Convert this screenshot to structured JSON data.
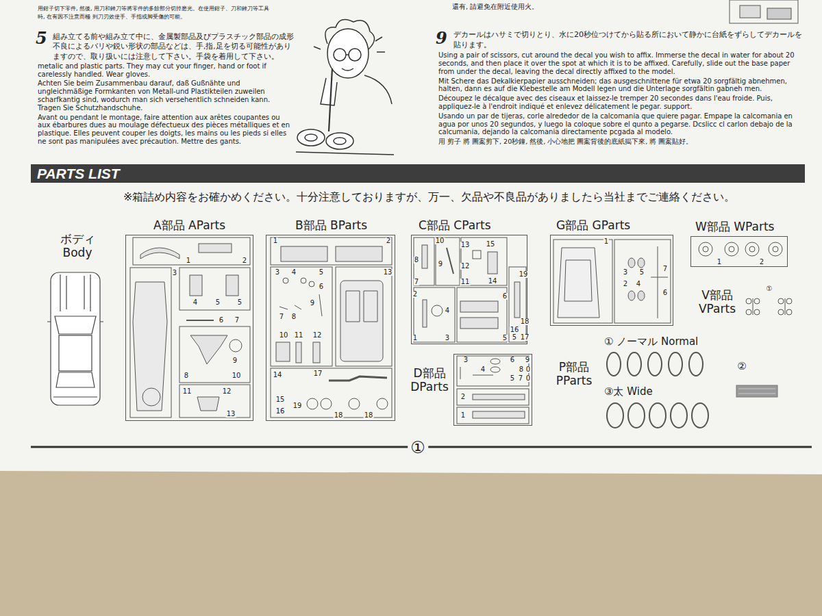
{
  "diagram": {
    "title": "PARTS LIST",
    "nodes": [
      {
        "text": [
          "ボディ Body"
        ]
      },
      {
        "text": [
          "A部品 AParts"
        ]
      },
      {
        "text": [
          "B部品 BParts"
        ]
      },
      {
        "text": [
          "C部品 CParts"
        ]
      },
      {
        "text": [
          "G部品 GParts"
        ]
      },
      {
        "text": [
          "W部品 WParts"
        ]
      },
      {
        "text": [
          "V部品 VParts"
        ]
      },
      {
        "text": [
          "D部品 DParts"
        ]
      },
      {
        "text": [
          "P部品 PParts"
        ]
      }
    ],
    "labels": [
      "用鉗子切下零件, 然後, 用刀和銼刀等將零件的多餘部分切掉磨光。在使用鉗子、刀和銼刀等工具",
      "時, 在有因不注意而極 到刀刃效使手、手指或脚受傷的可能。",
      "還有, 請避免在附近使用火。",
      "5",
      "組み立てる前や組み立て中に、金属製部品及びプラスチック部品の成形不良によるバリや鋭い形状の部品などは、手,指,足を切る可能性がありますので、取り扱いには注意して下さい。手袋を着用して下さい。",
      "metalic and plastic parts. They may cut your finger, hand or foot if carelessly handled. Wear gloves.",
      "Achten Sie beim Zusammenbau darauf, daß Gußnähte und ungleichmäßige Formkanten von Metall-und Plastikteilen zuweilen scharfkantig sind, wodurch man sich versehentlich schneiden kann. Tragen Sie Schutzhandschuhe.",
      "Avant ou pendant le montage, faire attention aux arêtes coupantes ou aux ébarbures dues au moulage défectueux des pièces métalliques et en plastique. Elles peuvent couper les doigts, les mains ou les pieds si elles ne sont pas manipulées avec précaution. Mettre des gants.",
      "9",
      "デカールはハサミで切りとり、水に20秒位つけてから貼る所において静かに台紙をずらしてデカールを貼ります。",
      "Using a pair of scissors, cut around the decal you wish to affix. Immerse the decal in water for about 20 seconds, and then place it over the spot at which it is to be affixed. Carefully, slide out the base paper from under the decal, leaving the decal directly affixed to the model.",
      "Mit Schere das Dekalkierpapier ausschneiden; das ausgeschnittene für etwa 20 sorgfältig abnehmen, halten, dann es auf die Klebestelle am Modell legen und die Unterlage sorgfältin gabneh men.",
      "Découpez le décalque avec des ciseaux et laissez-le tremper 20 secondes dans l'eau froide. Puis, appliquez-le à l'endroit indiqué et enlevez délicatement le pegar. support.",
      "Usando un par de tijeras, corle alrededor de la calcomania que quiere pagar. Empape la calcomania en agua por unos 20 segundos, y luego la coloque sobre el qunto a pegarse. Dcslicc cl carlon debajo de la calcumania, dejando la calcomania directamente pcgada al modelo.",
      "用 剪子 將 圖案剪下, 20秒鐘, 然後, 小心地把 圖案背後的底紙揭下來, 將 圖案貼好。",
      "※箱詰め内容をお確かめください。十分注意しておりますが、万一、欠品や不良品がありましたら当社までご連絡ください。",
      "1",
      "2",
      "3",
      "4",
      "5",
      "5",
      "6",
      "7",
      "8",
      "9",
      "10",
      "11",
      "12",
      "13",
      "1",
      "2",
      "3",
      "4",
      "5",
      "6",
      "13",
      "9",
      "7",
      "8",
      "10",
      "11",
      "12",
      "14",
      "17",
      "15",
      "19",
      "16",
      "18",
      "18",
      "8",
      "10",
      "9",
      "13",
      "12",
      "11",
      "15",
      "14",
      "7",
      "19",
      "2",
      "4",
      "6",
      "1",
      "3",
      "18",
      "16",
      "5",
      "17",
      "5",
      "3",
      "4",
      "6",
      "9",
      "8",
      "0",
      "5",
      "7",
      "0",
      "2",
      "1",
      "1",
      "3",
      "5",
      "7",
      "2",
      "4",
      "6",
      "1",
      "2",
      "①",
      "① ノーマル Normal",
      "②",
      "③太 Wide",
      "①"
    ]
  }
}
